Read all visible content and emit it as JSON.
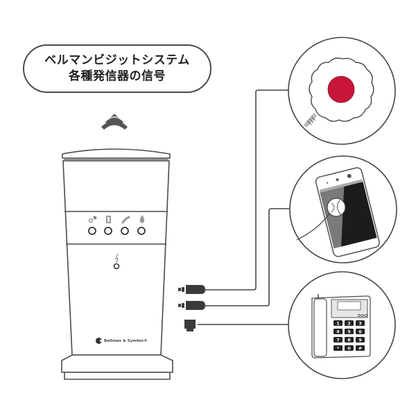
{
  "title": {
    "line1": "ベルマンビジットシステム",
    "line2": "各種発信器の信号"
  },
  "base_unit": {
    "brand": "Bellman & Symfon®",
    "indicators": [
      {
        "icon": "baby-monitor-icon"
      },
      {
        "icon": "door-icon"
      },
      {
        "icon": "phone-handset-icon"
      },
      {
        "icon": "fire-icon"
      }
    ],
    "power_icon": "lightning-icon",
    "signal_icon": "wireless-signal-icon"
  },
  "connectors": [
    {
      "type": "jack-plug",
      "target": "door-bell-push-button"
    },
    {
      "type": "jack-plug",
      "target": "smartphone-with-sensor"
    },
    {
      "type": "rj-plug",
      "target": "landline-telephone"
    }
  ],
  "devices": {
    "doorbell": {
      "button_color": "#c8163a"
    },
    "smartphone": {},
    "telephone": {
      "keys": [
        "1",
        "2",
        "3",
        "4",
        "5",
        "6",
        "7",
        "8",
        "9",
        "*",
        "0",
        "#"
      ]
    }
  },
  "colors": {
    "line": "#4a4a4a",
    "accent_red": "#c8163a",
    "dark": "#2a2a2a"
  }
}
